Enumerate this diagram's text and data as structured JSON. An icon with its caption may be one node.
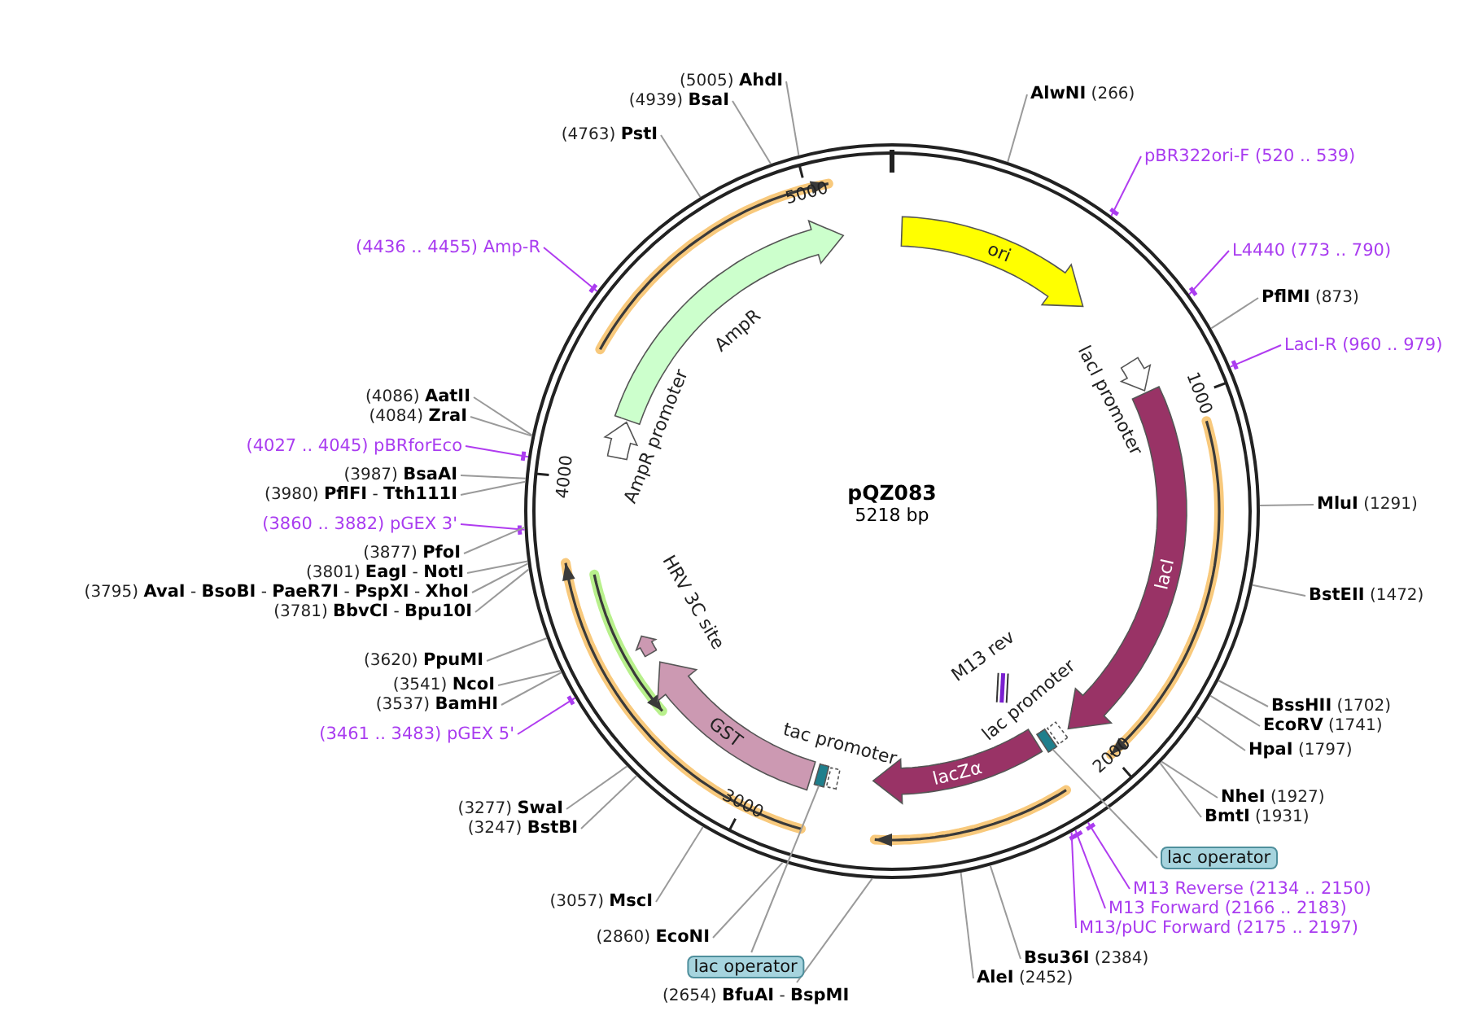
{
  "diagram": {
    "nodes": [
      {
        "text": [
          "pQZ083",
          "5218 bp"
        ]
      },
      {
        "text": [
          "ori"
        ],
        "in": 0
      },
      {
        "text": [
          "AmpR"
        ],
        "in": 0
      },
      {
        "text": [
          "AmpR promoter"
        ],
        "in": 0
      },
      {
        "text": [
          "lacI promoter"
        ],
        "in": 0
      },
      {
        "text": [
          "lacI"
        ],
        "in": 0
      },
      {
        "text": [
          "M13 rev"
        ],
        "in": 0
      },
      {
        "text": [
          "lac promoter"
        ],
        "in": 0
      },
      {
        "text": [],
        "shape": "box",
        "in": 0
      },
      {
        "text": [
          "lacZα"
        ],
        "in": 0
      },
      {
        "text": [
          "HRV 3C site"
        ],
        "in": 0
      },
      {
        "text": [
          "GST"
        ],
        "in": 0
      },
      {
        "text": [
          "tac promoter"
        ],
        "in": 0
      },
      {
        "text": [],
        "shape": "box",
        "in": 0
      },
      {
        "text": [
          "(5005) **AhdI**"
        ]
      },
      {
        "text": [
          "**AlwNI** (266)"
        ]
      },
      {
        "text": [
          "(4939) **BsaI**"
        ]
      },
      {
        "text": [
          "(4763) **PstI**"
        ]
      },
      {
        "text": [
          "pBR322ori-F (520 .. 539)"
        ]
      },
      {
        "text": [
          "(4436 .. 4455) Amp-R"
        ]
      },
      {
        "text": [
          "L4440 (773 .. 790)"
        ]
      },
      {
        "text": [
          "**PflMI** (873)"
        ]
      },
      {
        "text": [
          "LacI-R (960 .. 979)"
        ]
      },
      {
        "text": [
          "(4086) **AatII**"
        ]
      },
      {
        "text": [
          "(4084) **ZraI**"
        ]
      },
      {
        "text": [
          "(4027 .. 4045) pBRforEco"
        ]
      },
      {
        "text": [
          "(3987) **BsaAI**"
        ]
      },
      {
        "text": [
          "(3980) **PflFI** - **Tth111I**"
        ]
      },
      {
        "text": [
          "**MluI** (1291)"
        ]
      },
      {
        "text": [
          "(3860 .. 3882) pGEX 3'"
        ]
      },
      {
        "text": [
          "(3877) **PfoI**"
        ]
      },
      {
        "text": [
          "(3801) **EagI** - **NotI**"
        ]
      },
      {
        "text": [
          "(3795) **AvaI** - **BsoBI** - **PaeR7I** - **PspXI** - **XhoI**"
        ]
      },
      {
        "text": [
          "**BstEII** (1472)"
        ]
      },
      {
        "text": [
          "(3781) **BbvCI** - **Bpu10I**"
        ]
      },
      {
        "text": [
          "(3620) **PpuMI**"
        ]
      },
      {
        "text": [
          "(3541) **NcoI**"
        ]
      },
      {
        "text": [
          "**BssHII** (1702)"
        ]
      },
      {
        "text": [
          "(3537) **BamHI**"
        ]
      },
      {
        "text": [
          "**EcoRV** (1741)"
        ]
      },
      {
        "text": [
          "(3461 .. 3483) pGEX 5'"
        ]
      },
      {
        "text": [
          "**HpaI** (1797)"
        ]
      },
      {
        "text": [
          "**NheI** (1927)"
        ]
      },
      {
        "text": [
          "(3277) **SwaI**"
        ]
      },
      {
        "text": [
          "**BmtI** (1931)"
        ]
      },
      {
        "text": [
          "(3247) **BstBI**"
        ]
      },
      {
        "text": [
          "lac operator"
        ]
      },
      {
        "text": [
          "M13 Reverse (2134 .. 2150)"
        ]
      },
      {
        "text": [
          "(3057) **MscI**"
        ]
      },
      {
        "text": [
          "M13 Forward (2166 .. 2183)"
        ]
      },
      {
        "text": [
          "M13/pUC Forward (2175 .. 2197)"
        ]
      },
      {
        "text": [
          "(2860) **EcoNI**"
        ]
      },
      {
        "text": [
          "**Bsu36I** (2384)"
        ]
      },
      {
        "text": [
          "lac operator"
        ]
      },
      {
        "text": [
          "**AleI** (2452)"
        ]
      },
      {
        "text": [
          "(2654) **BfuAI** - **BspMI**"
        ]
      }
    ],
    "edges": [
      {
        "from": 14,
        "to": 0,
        "arrow": "none"
      },
      {
        "from": 15,
        "to": 0,
        "arrow": "none"
      },
      {
        "from": 16,
        "to": 0,
        "arrow": "none"
      },
      {
        "from": 17,
        "to": 0,
        "arrow": "none"
      },
      {
        "from": 18,
        "to": 0,
        "arrow": "none",
        "color": "#b03cf0"
      },
      {
        "from": 19,
        "to": 0,
        "arrow": "none",
        "color": "#b03cf0"
      },
      {
        "from": 20,
        "to": 0,
        "arrow": "none",
        "color": "#b03cf0"
      },
      {
        "from": 21,
        "to": 0,
        "arrow": "none"
      },
      {
        "from": 22,
        "to": 0,
        "arrow": "none",
        "color": "#b03cf0"
      },
      {
        "from": 23,
        "to": 0,
        "arrow": "none"
      },
      {
        "from": 24,
        "to": 0,
        "arrow": "none"
      },
      {
        "from": 25,
        "to": 0,
        "arrow": "none",
        "color": "#b03cf0"
      },
      {
        "from": 26,
        "to": 0,
        "arrow": "none"
      },
      {
        "from": 27,
        "to": 0,
        "arrow": "none"
      },
      {
        "from": 28,
        "to": 0,
        "arrow": "none"
      },
      {
        "from": 29,
        "to": 0,
        "arrow": "none",
        "color": "#b03cf0"
      },
      {
        "from": 30,
        "to": 0,
        "arrow": "none"
      },
      {
        "from": 31,
        "to": 0,
        "arrow": "none"
      },
      {
        "from": 32,
        "to": 0,
        "arrow": "none"
      },
      {
        "from": 33,
        "to": 0,
        "arrow": "none"
      },
      {
        "from": 34,
        "to": 0,
        "arrow": "none"
      },
      {
        "from": 35,
        "to": 0,
        "arrow": "none"
      },
      {
        "from": 36,
        "to": 0,
        "arrow": "none"
      },
      {
        "from": 37,
        "to": 0,
        "arrow": "none"
      },
      {
        "from": 38,
        "to": 0,
        "arrow": "none"
      },
      {
        "from": 39,
        "to": 0,
        "arrow": "none"
      },
      {
        "from": 40,
        "to": 0,
        "arrow": "none",
        "color": "#b03cf0"
      },
      {
        "from": 41,
        "to": 0,
        "arrow": "none"
      },
      {
        "from": 42,
        "to": 0,
        "arrow": "none"
      },
      {
        "from": 43,
        "to": 0,
        "arrow": "none"
      },
      {
        "from": 44,
        "to": 0,
        "arrow": "none"
      },
      {
        "from": 45,
        "to": 0,
        "arrow": "none"
      },
      {
        "from": 46,
        "to": 8,
        "arrow": "none"
      },
      {
        "from": 47,
        "to": 0,
        "arrow": "none",
        "color": "#b03cf0"
      },
      {
        "from": 48,
        "to": 0,
        "arrow": "none"
      },
      {
        "from": 49,
        "to": 0,
        "arrow": "none",
        "color": "#b03cf0"
      },
      {
        "from": 50,
        "to": 0,
        "arrow": "none",
        "color": "#b03cf0"
      },
      {
        "from": 51,
        "to": 0,
        "arrow": "none"
      },
      {
        "from": 52,
        "to": 0,
        "arrow": "none"
      },
      {
        "from": 53,
        "to": 13,
        "arrow": "none"
      },
      {
        "from": 54,
        "to": 0,
        "arrow": "none"
      },
      {
        "from": 55,
        "to": 0,
        "arrow": "none"
      }
    ],
    "labels": [
      "5000",
      "1000",
      "4000",
      "2000",
      "3000"
    ]
  }
}
